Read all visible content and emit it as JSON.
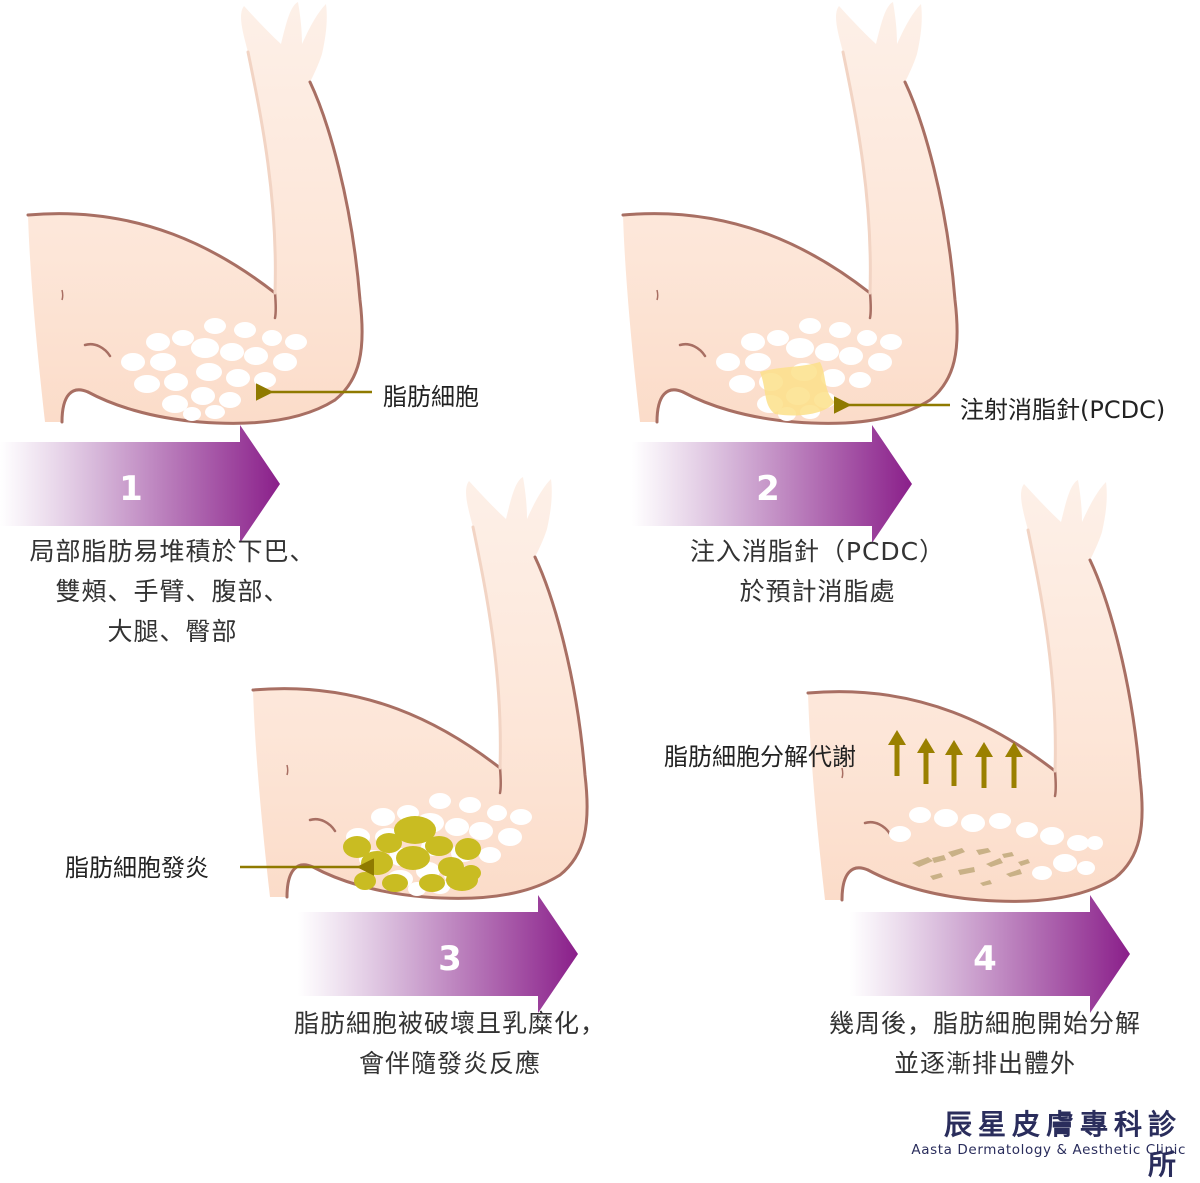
{
  "panels": [
    {
      "step_number": "1",
      "label": "脂肪細胞",
      "caption_lines": [
        "局部脂肪易堆積於下巴、",
        "雙頰、手臂、腹部、",
        "大腿、臀部"
      ]
    },
    {
      "step_number": "2",
      "label": "注射消脂針(PCDC)",
      "caption_lines": [
        "注入消脂針（PCDC）",
        "於預計消脂處"
      ]
    },
    {
      "step_number": "3",
      "label": "脂肪細胞發炎",
      "caption_lines": [
        "脂肪細胞被破壞且乳糜化，",
        "會伴隨發炎反應"
      ]
    },
    {
      "step_number": "4",
      "label": "脂肪細胞分解代謝",
      "caption_lines": [
        "幾周後，脂肪細胞開始分解",
        "並逐漸排出體外"
      ]
    }
  ],
  "brand": {
    "name_cn": "辰星皮膚專科診所",
    "name_en": "Aasta Dermatology & Aesthetic Clinic"
  },
  "colors": {
    "skin": "#fde6d8",
    "outline": "#a86f63",
    "fat_cell": "#ffffff",
    "injection": "#fbe08a",
    "inflamed_cell": "#c9bc22",
    "debris": "#c9b187",
    "pointer": "#8f7a00",
    "arrow_dark": "#8a1f8a",
    "arrow_light": "#f5eaf5",
    "brand": "#2a2d5c"
  }
}
